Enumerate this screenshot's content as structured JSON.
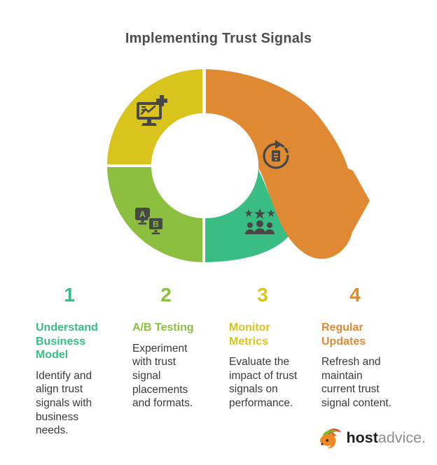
{
  "title": "Implementing Trust Signals",
  "steps": [
    {
      "number": "1",
      "title": "Understand Business Model",
      "description": "Identify and align trust signals with business needs.",
      "color": "#3abd85",
      "icon": "rated-people-icon"
    },
    {
      "number": "2",
      "title": "A/B Testing",
      "description": "Experiment with trust signal placements and formats.",
      "color": "#8cbf3f",
      "icon": "ab-test-monitors-icon"
    },
    {
      "number": "3",
      "title": "Monitor Metrics",
      "description": "Evaluate the impact of trust signals on performance.",
      "color": "#d9c31d",
      "icon": "metrics-monitor-icon"
    },
    {
      "number": "4",
      "title": "Regular Updates",
      "description": "Refresh and maintain current trust signal content.",
      "color": "#df8a33",
      "icon": "content-refresh-icon"
    }
  ],
  "diagram": {
    "type": "circular-process-arrow",
    "icon_color": "#474747"
  },
  "logo": {
    "brand_bold": "host",
    "brand_light": "advice.",
    "icon": "fox-mascot-icon"
  }
}
